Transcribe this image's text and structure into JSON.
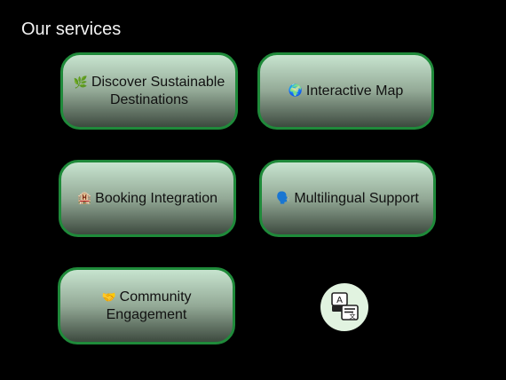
{
  "header": {
    "title": "Our services"
  },
  "services": [
    {
      "label": "Discover Sustainable Destinations",
      "icon": "leaf-icon",
      "emoji": "🌿"
    },
    {
      "label": "Interactive Map",
      "icon": "globe-icon",
      "emoji": "🌍"
    },
    {
      "label": "Booking Integration",
      "icon": "hotel-icon",
      "emoji": "🏨"
    },
    {
      "label": "Multilingual Support",
      "icon": "speaking-head-icon",
      "emoji": "🗣️"
    },
    {
      "label": "Community Engagement",
      "icon": "handshake-icon",
      "emoji": "🤝"
    }
  ],
  "badge": {
    "icon": "translate-icon"
  },
  "colors": {
    "background": "#000000",
    "card_border": "#1f8a3a",
    "card_top": "#c7e4cf",
    "card_bottom": "#3d4a3f",
    "badge_bg": "#e1f3e0"
  }
}
